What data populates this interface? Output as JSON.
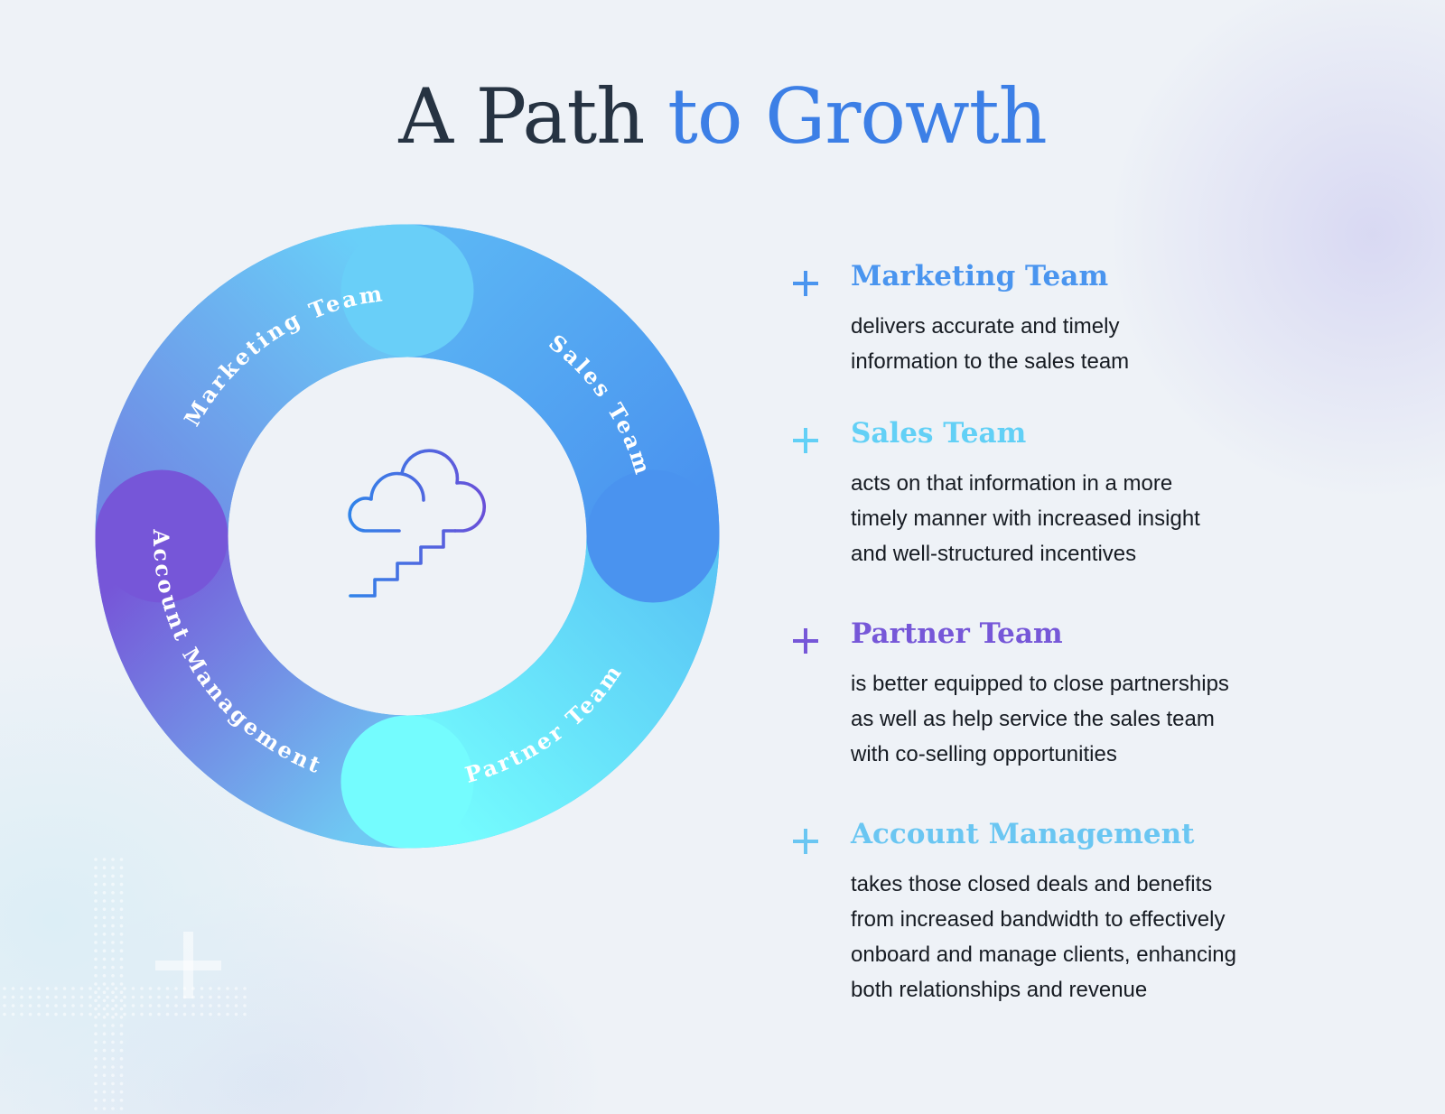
{
  "title": {
    "part1": "A Path",
    "part2": "to Growth"
  },
  "ring": {
    "center_icon": "cloud-stairs-icon",
    "labels": {
      "marketing": "Marketing Team",
      "sales": "Sales Team",
      "partner": "Partner Team",
      "account": "Account Management"
    }
  },
  "items": [
    {
      "heading": "Marketing Team",
      "color": "#4a95ef",
      "lines": [
        "delivers accurate and timely",
        "information to the sales team"
      ]
    },
    {
      "heading": "Sales Team",
      "color": "#62d0f6",
      "lines": [
        "acts on that information in a more",
        "timely manner with increased insight",
        "and well-structured incentives"
      ]
    },
    {
      "heading": "Partner Team",
      "color": "#7657d8",
      "lines": [
        "is better equipped to close partnerships",
        "as well as help service the sales team",
        "with co-selling opportunities"
      ]
    },
    {
      "heading": "Account Management",
      "color": "#6ac6f2",
      "lines": [
        "takes those closed deals and benefits",
        "from increased bandwidth to effectively",
        "onboard and manage clients, enhancing",
        "both relationships and revenue"
      ]
    }
  ],
  "colors": {
    "title_dark": "#263342",
    "title_accent": "#3c7fe6",
    "sales": [
      "#5bb5f4",
      "#4a93ef"
    ],
    "partner": [
      "#5ac6f5",
      "#74fcfe"
    ],
    "account": [
      "#6fc9f3",
      "#7656d8"
    ],
    "marketing": [
      "#7089e4",
      "#69cff8"
    ]
  }
}
